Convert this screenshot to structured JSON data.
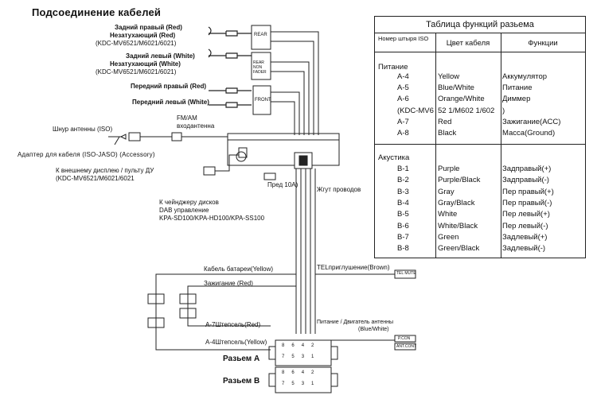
{
  "title": "Подсоединение   кабелей",
  "left_labels": {
    "rear_right_1": "Задний   правый   (Red)",
    "rear_right_2": "Незатухающий             (Red)",
    "rear_right_3": "(KDC-MV6521/M6021/6021)",
    "rear_left_1": "Задний левый  (White)",
    "rear_left_2": "Незатухающий  (White)",
    "rear_left_3": "(KDC-MV6521/M6021/6021)",
    "front_right": "Передний правый (Red)",
    "front_left": "Передний левый (White)",
    "antenna": "Шнур антенны (ISO)",
    "fmam_1": "FM/AM",
    "fmam_2": "входантенна",
    "adapter": "Адаптер для кабеля (ISO-JASO) (Accessory)",
    "display_1": "К внешнему дисплею / пульту ДУ",
    "display_2": "(KDC-MV6521/M6021/6021",
    "changer_1": "К         чейнджеру         дисков",
    "changer_2": "DAB управление",
    "changer_3": "KPA-SD100/KPA-HD100/KPA-SS100",
    "fuse": "Пред 10A)",
    "harness": "Жгут проводов"
  },
  "unit_labels": {
    "rear": "REAR",
    "rear_ni": "REAR NON FADER",
    "front": "FRONT"
  },
  "bottom_labels": {
    "battery": "Кабель батареи(Yellow)",
    "ignition": "Зажигание  (Red)",
    "a7": "A-7Штепсель(Red)",
    "a4": "A-4Штепсель(Yellow)",
    "tel": "TELприглушение(Brown)",
    "tel_tag": "TEL MUTE",
    "power_1": "Питание  /  Двигатель  антенны",
    "power_2": "(Blue/White)",
    "power_tag_1": "P.CON",
    "power_tag_2": "ANT.CONT",
    "connector_a": "Разьем    A",
    "connector_b": "Разьем    B"
  },
  "table": {
    "title": "Таблица функций разьема",
    "col_pin": "Номер    штыря ISO",
    "col_color": "Цвет кабеля",
    "col_func": "Функции",
    "group_power": "Питание",
    "group_acoustics": "Акустика",
    "power_rows": [
      {
        "pin": "A-4",
        "color": "Yellow",
        "func": "Аккумулятор"
      },
      {
        "pin": "A-5",
        "color": "Blue/White",
        "func": "Питание"
      },
      {
        "pin": "A-6",
        "color": "Orange/White",
        "func": "Диммер"
      },
      {
        "pin": "(KDC-MV6",
        "color": "52 1/M602 1/602",
        "func": ")"
      },
      {
        "pin": "A-7",
        "color": "Red",
        "func": "Зажигание(ACC)"
      },
      {
        "pin": "A-8",
        "color": "Black",
        "func": "Масса(Ground)"
      }
    ],
    "acoustic_rows": [
      {
        "pin": "B-1",
        "color": "Purple",
        "func": "Задправый(+)"
      },
      {
        "pin": "B-2",
        "color": "Purple/Black",
        "func": "Задправый(-)"
      },
      {
        "pin": "B-3",
        "color": "Gray",
        "func": "Пер правый(+)"
      },
      {
        "pin": "B-4",
        "color": "Gray/Black",
        "func": "Пер правый(-)"
      },
      {
        "pin": "B-5",
        "color": "White",
        "func": "Пер левый(+)"
      },
      {
        "pin": "B-6",
        "color": "White/Black",
        "func": "Пер левый(-)"
      },
      {
        "pin": "B-7",
        "color": "Green",
        "func": "Задлевый(+)"
      },
      {
        "pin": "B-8",
        "color": "Green/Black",
        "func": "Задлевый(-)"
      }
    ]
  },
  "connector_pins": {
    "a_top": [
      "8",
      "6",
      "4",
      "2"
    ],
    "a_bottom": [
      "7",
      "5",
      "3",
      "1"
    ],
    "b_top": [
      "8",
      "6",
      "4",
      "2"
    ],
    "b_bottom": [
      "7",
      "5",
      "3",
      "1"
    ]
  }
}
